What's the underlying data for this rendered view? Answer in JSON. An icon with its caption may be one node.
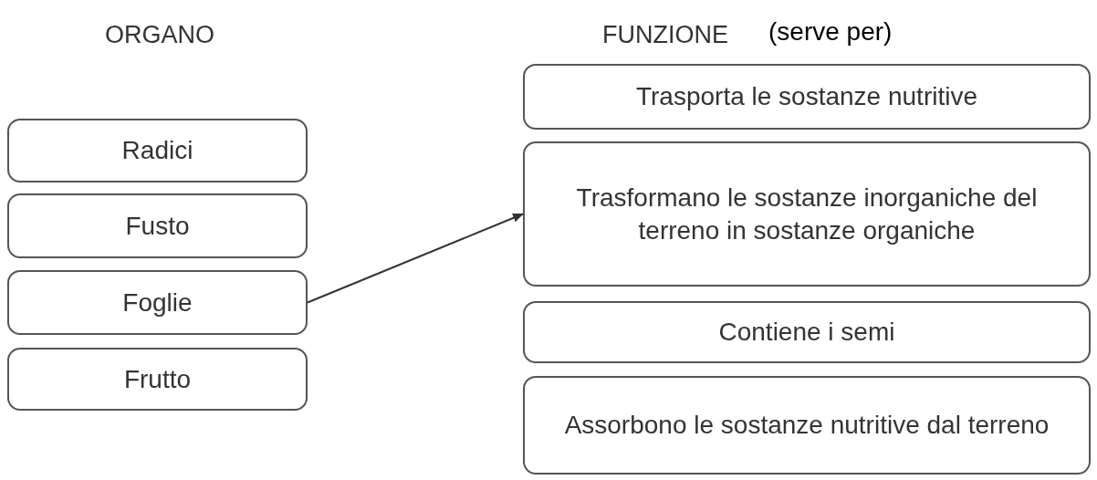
{
  "diagram": {
    "nodes": [
      {
        "text": [
          "Radici"
        ]
      },
      {
        "text": [
          "Fusto"
        ]
      },
      {
        "text": [
          "Foglie"
        ]
      },
      {
        "text": [
          "Frutto"
        ]
      },
      {
        "text": [
          "Trasporta le sostanze nutritive"
        ]
      },
      {
        "text": [
          "Trasformano le sostanze inorganiche del terreno in sostanze organiche"
        ]
      },
      {
        "text": [
          "Contiene i semi"
        ]
      },
      {
        "text": [
          "Assorbono le sostanze nutritive dal terreno"
        ]
      }
    ],
    "edges": [
      {
        "from": 2,
        "to": 5,
        "arrow": "to"
      }
    ],
    "labels": [
      "ORGANO",
      "FUNZIONE",
      "(serve per)"
    ]
  }
}
